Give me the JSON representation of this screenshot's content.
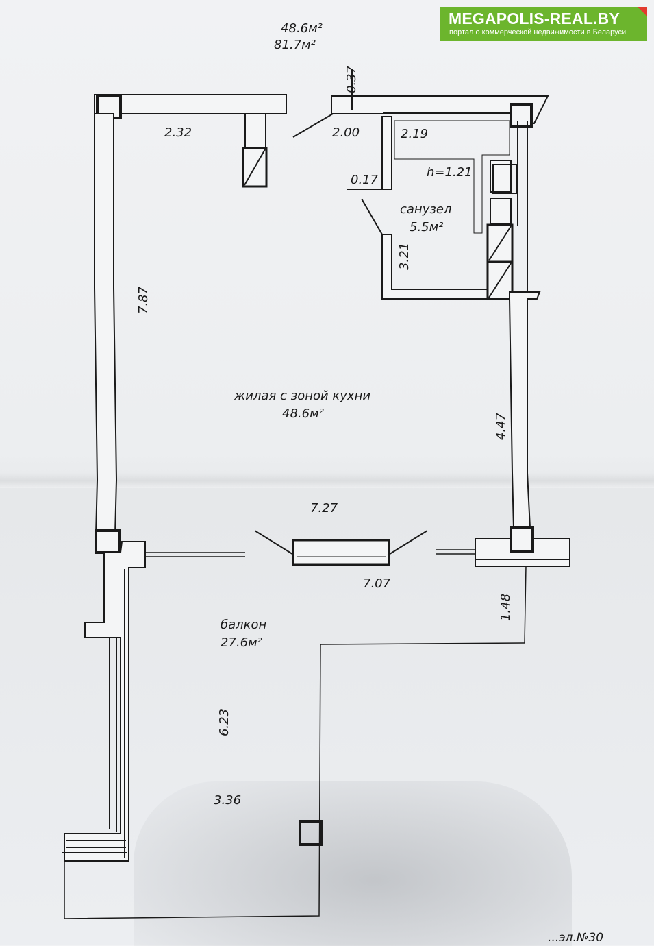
{
  "header": {
    "area_living": "48.6м²",
    "area_total": "81.7м²"
  },
  "badge": {
    "title": "MEGAPOLIS-REAL.BY",
    "subtitle": "портал о коммерческой недвижимости в Беларуси",
    "color": "#6cb52d"
  },
  "rooms": {
    "living": {
      "name": "жилая с зоной кухни",
      "area": "48.6м²"
    },
    "bathroom": {
      "name": "санузел",
      "area": "5.5м²",
      "height": "h=1.21"
    },
    "balcony": {
      "name": "балкон",
      "area": "27.6м²"
    }
  },
  "dimensions": {
    "d_0_37": "0.37",
    "d_2_32": "2.32",
    "d_2_00": "2.00",
    "d_2_19": "2.19",
    "d_0_17": "0.17",
    "d_3_21": "3.21",
    "d_7_87": "7.87",
    "d_4_47": "4.47",
    "d_7_27": "7.27",
    "d_7_07": "7.07",
    "d_1_48": "1.48",
    "d_6_23": "6.23",
    "d_3_36": "3.36"
  },
  "footer": {
    "partial_text": "...эл.№30"
  }
}
